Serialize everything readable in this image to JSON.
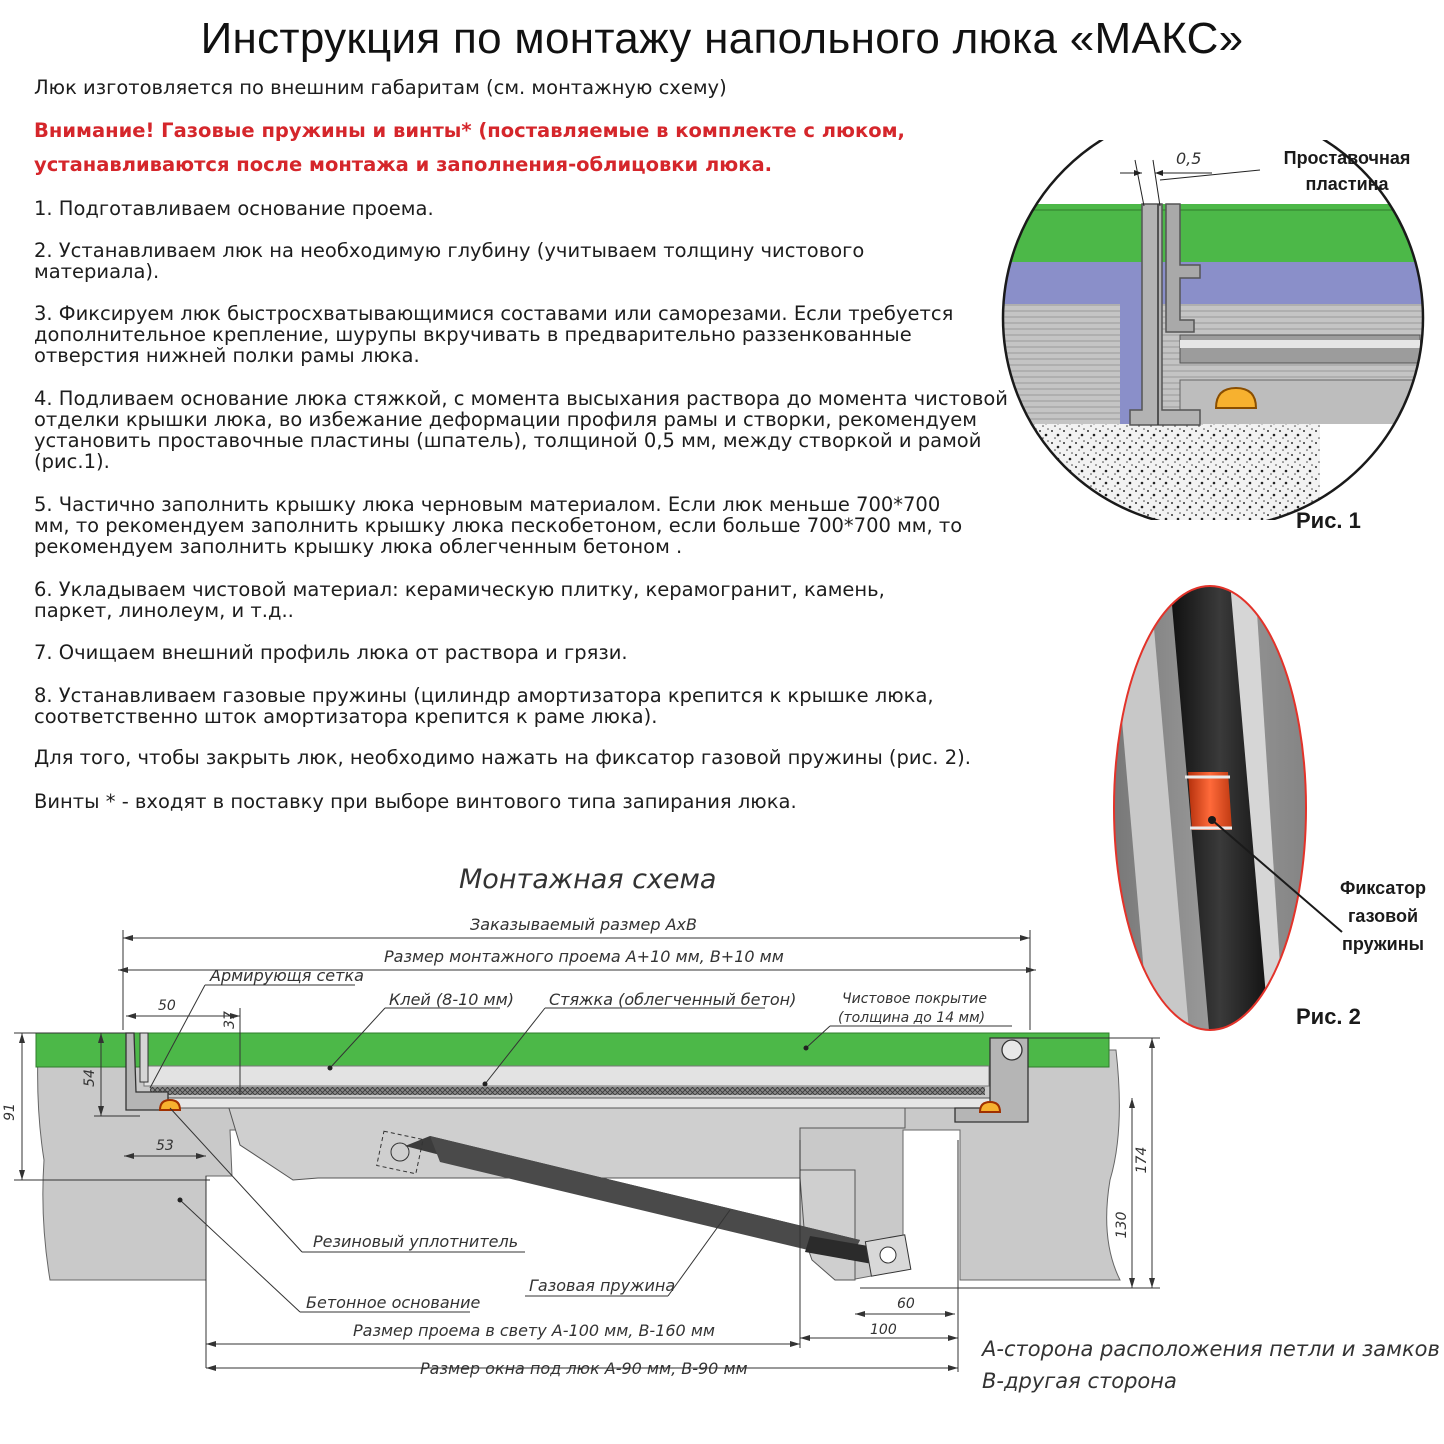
{
  "title": "Инструкция по монтажу напольного люка «МАКС»",
  "intro": "Люк изготовляется по внешним габаритам (см. монтажную схему)",
  "warning_line1": "Внимание! Газовые пружины и винты* (поставляемые в комплекте с люком,",
  "warning_line2": "устанавливаются после монтажа и заполнения-облицовки люка.",
  "steps": {
    "s1": "1. Подготавливаем основание проема.",
    "s2": "2. Устанавливаем люк на необходимую глубину (учитываем толщину чистового материала).",
    "s3": "3. Фиксируем люк быстросхватывающимися составами или саморезами. Если требуется дополнительное крепление, шурупы вкручивать в предварительно раззенкованные отверстия нижней полки рамы люка.",
    "s4": "4. Подливаем основание люка стяжкой, с момента высыхания раствора до момента чистовой отделки крышки люка, во избежание деформации профиля рамы и створки, рекомендуем установить проставочные пластины (шпатель), толщиной 0,5 мм, между створкой и рамой (рис.1).",
    "s5": "5. Частично заполнить крышку люка черновым материалом. Если люк меньше 700*700 мм, то рекомендуем заполнить крышку люка пескобетоном, если больше 700*700 мм, то рекомендуем заполнить крышку люка облегченным бетоном  .",
    "s6": "6. Укладываем чистовой материал: керамическую плитку, керамогранит, камень, паркет, линолеум, и т.д..",
    "s7": "7. Очищаем внешний профиль люка от раствора и грязи.",
    "s8": "8. Устанавливаем газовые пружины (цилиндр амортизатора крепится к крышке люка, соответственно шток амортизатора крепится к раме люка)."
  },
  "close_note": "Для того, чтобы закрыть люк, необходимо нажать на фиксатор газовой пружины (рис. 2).",
  "screws_note": "Винты * - входят в поставку при выборе винтового типа запирания  люка.",
  "fig1": {
    "dim": "0,5",
    "label_line1": "Проставочная",
    "label_line2": "пластина",
    "caption": "Рис. 1"
  },
  "fig2": {
    "label_line1": "Фиксатор",
    "label_line2": "газовой",
    "label_line3": "пружины",
    "caption": "Рис. 2"
  },
  "scheme": {
    "title": "Монтажная схема",
    "ordered_size": "Заказываемый размер АхВ",
    "opening_size": "Размер монтажного проема А+10 мм, В+10 мм",
    "mesh": "Армирующя сетка",
    "glue": "Клей (8-10 мм)",
    "screed": "Стяжка (облегченный бетон)",
    "finish_line1": "Чистовое покрытие",
    "finish_line2": "(толщина до 14 мм)",
    "seal": "Резиновый уплотнитель",
    "base": "Бетонное основание",
    "spring": "Газовая пружина",
    "clear_size": "Размер проема в свету А-100 мм, В-160 мм",
    "window_size": "Размер окна под люк А-90 мм, В-90 мм",
    "dims": {
      "d50": "50",
      "d37": "37",
      "d54": "54",
      "d91": "91",
      "d53": "53",
      "d174": "174",
      "d130": "130",
      "d60": "60",
      "d100": "100"
    },
    "legend_a": "А-сторона расположения петли и замков",
    "legend_b": "В-другая сторона"
  },
  "colors": {
    "warning": "#d5262b",
    "finish_green": "#4cb848",
    "glue_blue": "#8a8fc9",
    "ring_red": "#e3332a",
    "latch_orange": "#f0501e"
  }
}
